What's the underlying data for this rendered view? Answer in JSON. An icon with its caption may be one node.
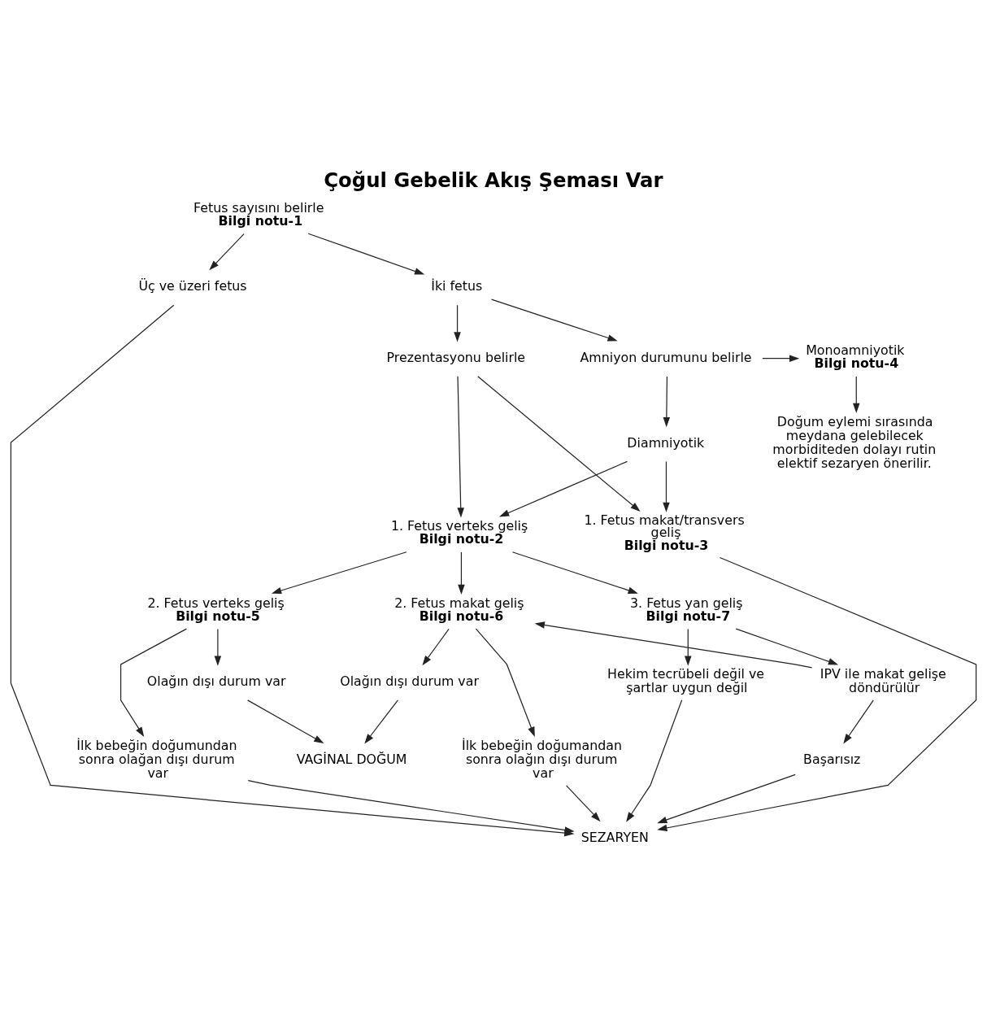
{
  "diagram": {
    "title": "Çoğul Gebelik Akış Şeması Var",
    "nodes": [
      {
        "text": [
          "Fetus sayısını belirle",
          "Bilgi notu-1"
        ]
      },
      {
        "text": [
          "İki fetus"
        ]
      },
      {
        "text": [
          "Üç ve üzeri fetus"
        ]
      },
      {
        "text": [
          "Prezentasyonu belirle"
        ]
      },
      {
        "text": [
          "Amniyon durumunu belirle"
        ]
      },
      {
        "text": [
          "Monoamniyotik",
          "Bilgi notu-4"
        ]
      },
      {
        "text": [
          "Diamniyotik"
        ]
      },
      {
        "text": [
          "Doğum eylemi sırasında meydana gelebilecek morbiditeden dolayı rutin elektif sezaryen önerilir."
        ]
      },
      {
        "text": [
          "1. Fetus makat/transvers geliş",
          "Bilgi notu-3"
        ]
      },
      {
        "text": [
          "1. Fetus verteks geliş",
          "Bilgi notu-2"
        ]
      },
      {
        "text": [
          "2. Fetus verteks geliş",
          "Bilgi notu-5"
        ]
      },
      {
        "text": [
          "2. Fetus makat geliş",
          "Bilgi notu-6"
        ]
      },
      {
        "text": [
          "3. Fetus yan geliş",
          "Bilgi notu-7"
        ]
      },
      {
        "text": [
          "Olağın dışı durum var"
        ]
      },
      {
        "text": [
          "İlk bebeğin doğumundan sonra olağan dışı durum var"
        ]
      },
      {
        "text": [
          "Olağın dışı durum var"
        ]
      },
      {
        "text": [
          "İlk bebeğin doğumandan sonra olağın dışı durum var"
        ]
      },
      {
        "text": [
          "IPV ile makat gelişe döndürülür"
        ]
      },
      {
        "text": [
          "Başarısız"
        ]
      },
      {
        "text": [
          "Hekim tecrübeli değil ve şartlar uygun değil"
        ]
      },
      {
        "text": [
          "VAGİNAL DOĞUM"
        ]
      },
      {
        "text": [
          "SEZARYEN"
        ]
      }
    ],
    "edges": [
      {
        "from": 0,
        "to": 1,
        "arrow": "to"
      },
      {
        "from": 0,
        "to": 2,
        "arrow": "to"
      },
      {
        "from": 1,
        "to": 3,
        "arrow": "to"
      },
      {
        "from": 1,
        "to": 4,
        "arrow": "to"
      },
      {
        "from": 4,
        "to": 5,
        "arrow": "to"
      },
      {
        "from": 4,
        "to": 6,
        "arrow": "to"
      },
      {
        "from": 5,
        "to": 7,
        "arrow": "to"
      },
      {
        "from": 3,
        "to": 8,
        "arrow": "to"
      },
      {
        "from": 3,
        "to": 9,
        "arrow": "to"
      },
      {
        "from": 6,
        "to": 8,
        "arrow": "to"
      },
      {
        "from": 6,
        "to": 9,
        "arrow": "to"
      },
      {
        "from": 9,
        "to": 10,
        "arrow": "to"
      },
      {
        "from": 9,
        "to": 11,
        "arrow": "to"
      },
      {
        "from": 9,
        "to": 12,
        "arrow": "to"
      },
      {
        "from": 10,
        "to": 13,
        "arrow": "to"
      },
      {
        "from": 10,
        "to": 14,
        "arrow": "to"
      },
      {
        "from": 11,
        "to": 15,
        "arrow": "to"
      },
      {
        "from": 11,
        "to": 16,
        "arrow": "to"
      },
      {
        "from": 12,
        "to": 19,
        "arrow": "to"
      },
      {
        "from": 12,
        "to": 17,
        "arrow": "to"
      },
      {
        "from": 17,
        "to": 11,
        "arrow": "to"
      },
      {
        "from": 17,
        "to": 18,
        "arrow": "to"
      },
      {
        "from": 13,
        "to": 20,
        "arrow": "to"
      },
      {
        "from": 15,
        "to": 20,
        "arrow": "to"
      },
      {
        "from": 8,
        "to": 21,
        "arrow": "to"
      },
      {
        "from": 14,
        "to": 21,
        "arrow": "to"
      },
      {
        "from": 16,
        "to": 21,
        "arrow": "to"
      },
      {
        "from": 19,
        "to": 21,
        "arrow": "to"
      },
      {
        "from": 18,
        "to": 21,
        "arrow": "to"
      },
      {
        "from": 2,
        "to": 21,
        "arrow": "to"
      }
    ]
  }
}
